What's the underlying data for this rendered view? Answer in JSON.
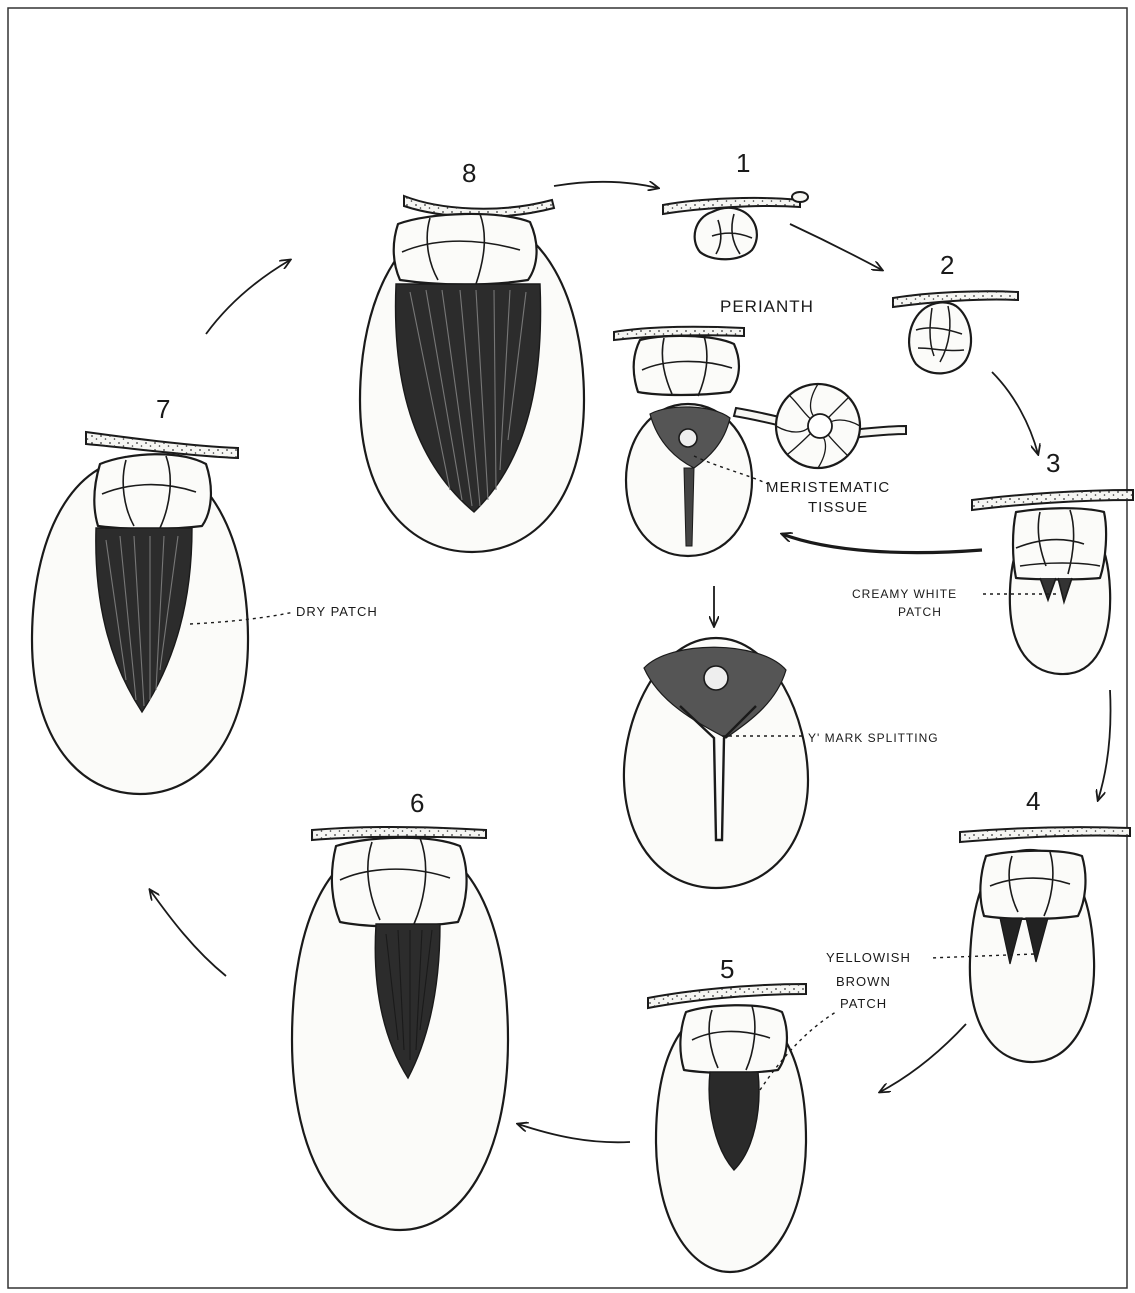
{
  "stages": [
    {
      "number": "1"
    },
    {
      "number": "2"
    },
    {
      "number": "3"
    },
    {
      "number": "4"
    },
    {
      "number": "5"
    },
    {
      "number": "6"
    },
    {
      "number": "7"
    },
    {
      "number": "8"
    }
  ],
  "labels": {
    "perianth": "PERIANTH",
    "meristematic_1": "MERISTEMATIC",
    "meristematic_2": "TISSUE",
    "creamy_1": "CREAMY WHITE",
    "creamy_2": "PATCH",
    "y_mark": "Y' MARK SPLITTING",
    "yellowish_1": "YELLOWISH",
    "yellowish_2": "BROWN",
    "yellowish_3": "PATCH",
    "dry_patch": "DRY PATCH"
  }
}
